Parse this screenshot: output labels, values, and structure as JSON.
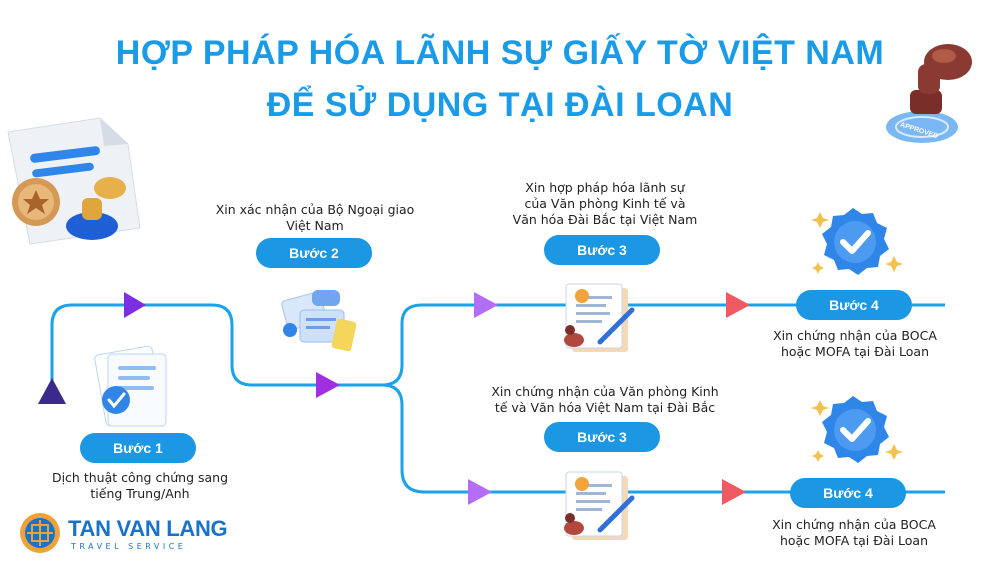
{
  "title": {
    "line1": "HỢP PHÁP HÓA LÃNH SỰ GIẤY TỜ VIỆT NAM",
    "line2": "ĐỂ SỬ DỤNG TẠI ĐÀI LOAN"
  },
  "steps": {
    "step1": {
      "label": "Bước 1",
      "caption_line1": "Dịch thuật công chứng sang",
      "caption_line2": "tiếng Trung/Anh"
    },
    "step2": {
      "label": "Bước 2",
      "caption_line1": "Xin xác nhận của Bộ Ngoại giao",
      "caption_line2": "Việt Nam"
    },
    "step3_top": {
      "label": "Bước 3",
      "caption_line1": "Xin hợp pháp hóa lãnh sự",
      "caption_line2": "của Văn phòng Kinh tế và",
      "caption_line3": "Văn hóa Đài Bắc tại Việt Nam"
    },
    "step3_bottom": {
      "label": "Bước 3",
      "caption_line1": "Xin chứng nhận của Văn phòng Kinh",
      "caption_line2": "tế và Văn hóa Việt Nam tại Đài Bắc"
    },
    "step4_top": {
      "label": "Bước 4",
      "caption_line1": "Xin chứng nhận của BOCA",
      "caption_line2": "hoặc MOFA tại Đài Loan"
    },
    "step4_bottom": {
      "label": "Bước 4",
      "caption_line1": "Xin chứng nhận của BOCA",
      "caption_line2": "hoặc MOFA tại Đài Loan"
    }
  },
  "stamp_text": "APPROVED",
  "logo": {
    "name": "TAN VAN LANG",
    "tagline": "TRAVEL SERVICE"
  },
  "colors": {
    "title": "#1a9be8",
    "pill": "#1b97e4",
    "line": "#1aa3ea",
    "card": "#e3f1fb",
    "arrow_purple": "#7b2fe0",
    "arrow_violet": "#b36ef5",
    "arrow_red": "#ef5a62",
    "start_triangle": "#3b2a8c"
  },
  "icons": [
    "certificate-icon",
    "stamp-icon",
    "document-check-icon",
    "documents-icon",
    "verified-badge-icon",
    "logo-icon"
  ]
}
